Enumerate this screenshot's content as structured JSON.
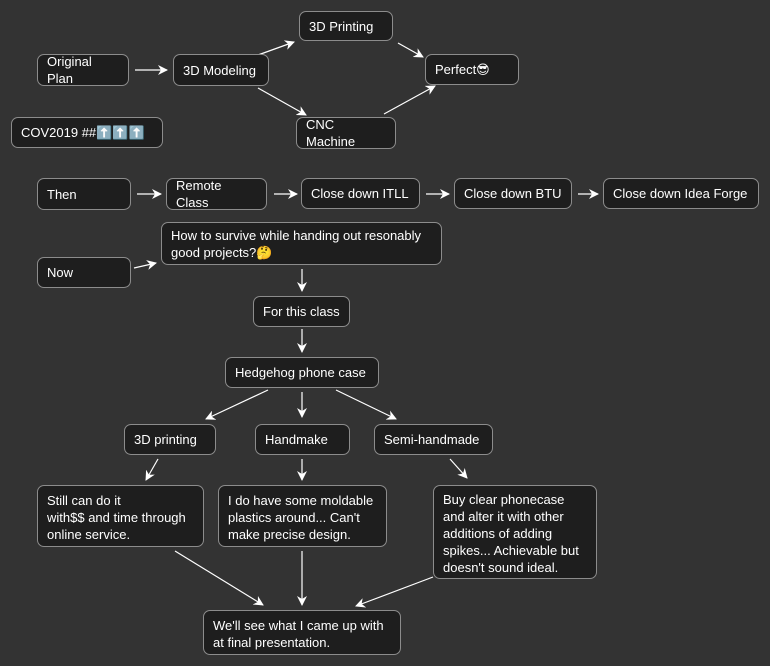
{
  "diagram": {
    "nodes": {
      "original_plan": "Original Plan",
      "modeling": "3D Modeling",
      "printing_top": "3D Printing",
      "perfect": "Perfect😎",
      "cnc": "CNC Machine",
      "cov": "COV2019 ##⬆️⬆️⬆️",
      "then": "Then",
      "remote": "Remote Class",
      "itll": "Close down ITLL",
      "btu": "Close down BTU",
      "idea": "Close down Idea Forge",
      "now": "Now",
      "survive": "How to survive while handing out resonably\ngood projects?🤔",
      "this_class": "For this class",
      "hedgehog": "Hedgehog phone case",
      "printing": "3D printing",
      "handmake": "Handmake",
      "semi": "Semi-handmade",
      "still": "Still can do it\nwith$$ and time through\nonline service.",
      "moldable": "I do have some moldable\nplastics around... Can't\nmake precise design.",
      "buy": "Buy clear phonecase\nand alter it with other\nadditions of adding\nspikes... Achievable but\ndoesn't sound ideal.",
      "final": "We'll see what I came up with\nat final presentation."
    },
    "colors": {
      "background": "#333333",
      "node_fill": "#1e1e1e",
      "node_border": "#8c8c8c",
      "text": "#ffffff",
      "arrow": "#ffffff"
    }
  }
}
